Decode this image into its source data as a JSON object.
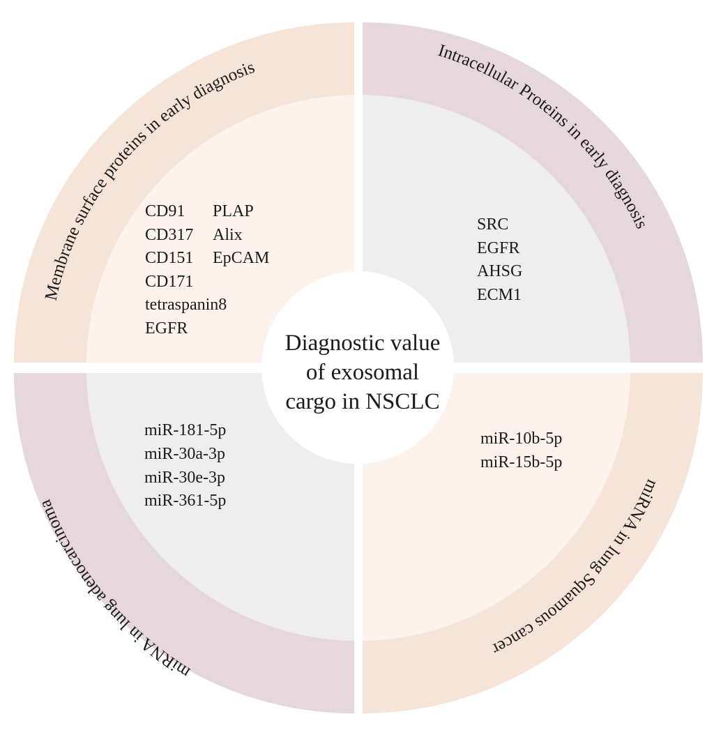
{
  "center": {
    "lines": [
      "Diagnostic value",
      "of exosomal",
      "cargo in NSCLC"
    ]
  },
  "quadrants": {
    "top_left": {
      "title": "Membrane surface  proteins in  early  diagnosis",
      "items_col1": [
        "CD91",
        "CD317",
        "CD151",
        "CD171",
        "tetraspanin8",
        "EGFR"
      ],
      "items_col2": [
        "PLAP",
        "Alix",
        "EpCAM"
      ],
      "outer_color": "#f7e4d8",
      "inner_color": "#fdf2ec"
    },
    "top_right": {
      "title": "Intracellular  Proteins  in  early  diagnosis",
      "items": [
        "SRC",
        "EGFR",
        "AHSG",
        "ECM1"
      ],
      "outer_color": "#e6d7dc",
      "inner_color": "#efeeee"
    },
    "bottom_left": {
      "title": "miRNA  in  lung  adenocarcinoma",
      "items": [
        "miR-181-5p",
        "miR-30a-3p",
        "miR-30e-3p",
        "miR-361-5p"
      ],
      "outer_color": "#e6d7dc",
      "inner_color": "#efeeee"
    },
    "bottom_right": {
      "title": "miRNA in lung Squamous cancer",
      "items": [
        "miR-10b-5p",
        "miR-15b-5p"
      ],
      "outer_color": "#f7e4d8",
      "inner_color": "#fdf2ec"
    }
  }
}
